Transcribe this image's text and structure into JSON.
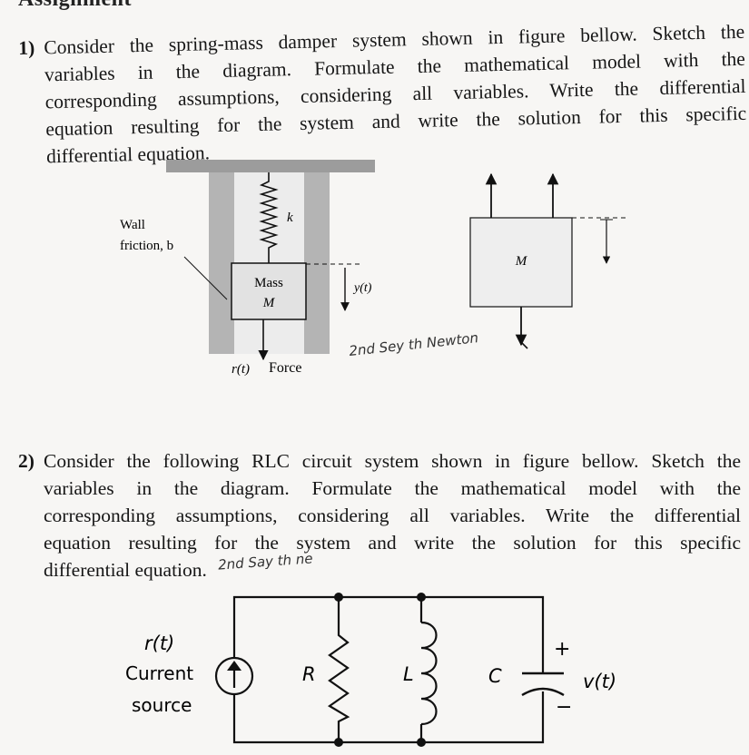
{
  "header": {
    "title_fragment": "Assignment"
  },
  "question1": {
    "number": "1)",
    "lines": [
      "Consider the spring-mass damper system shown in figure bellow. Sketch the",
      "variables in the diagram. Formulate the mathematical model with the",
      "corresponding assumptions, considering all variables. Write the differential",
      "equation resulting for the system and write the solution for this specific",
      "differential equation."
    ]
  },
  "figure1": {
    "wall_label": "Wall",
    "friction_label": "friction, b",
    "spring_label": "k",
    "mass_label_line1": "Mass",
    "mass_label_line2": "M",
    "displacement_label": "y(t)",
    "input_label": "r(t)",
    "force_label": "Force",
    "free_body_mass_label": "M"
  },
  "handwriting": {
    "note1": "2nd   Sey  th  Newton",
    "note2": "2nd   Say  th  ne"
  },
  "question2": {
    "number": "2)",
    "lines": [
      "Consider the following RLC circuit system shown in figure bellow. Sketch the",
      "variables in the diagram. Formulate the mathematical model with the",
      "corresponding assumptions, considering all variables. Write the differential",
      "equation resulting for the system and write the solution for this specific",
      "differential equation."
    ]
  },
  "figure2": {
    "source_label_line1": "r(t)",
    "source_label_line2": "Current",
    "source_label_line3": "source",
    "resistor_label": "R",
    "inductor_label": "L",
    "capacitor_label": "C",
    "plus_label": "+",
    "minus_label": "−",
    "voltage_label": "v(t)"
  }
}
